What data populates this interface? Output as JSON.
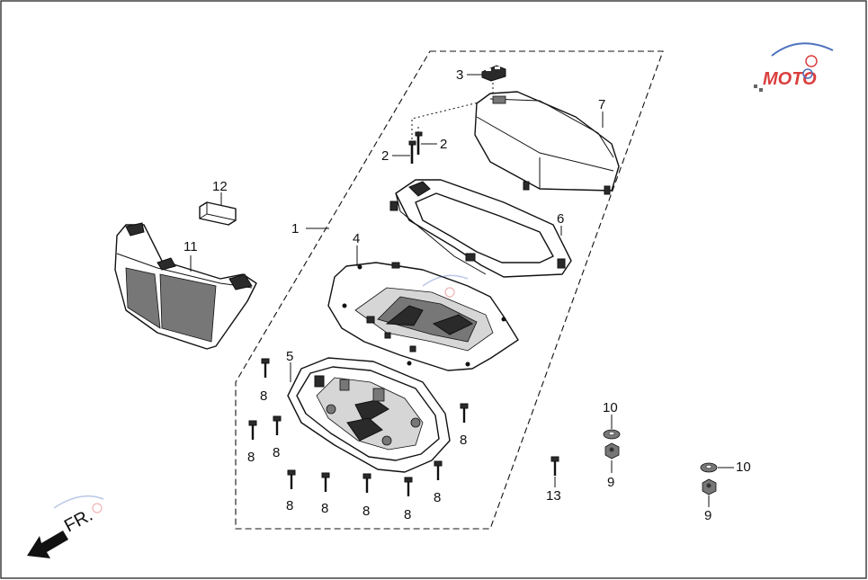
{
  "diagram": {
    "callouts": [
      {
        "id": "c1",
        "text": "1"
      },
      {
        "id": "c2a",
        "text": "2"
      },
      {
        "id": "c2b",
        "text": "2"
      },
      {
        "id": "c3",
        "text": "3"
      },
      {
        "id": "c4",
        "text": "4"
      },
      {
        "id": "c5",
        "text": "5"
      },
      {
        "id": "c6",
        "text": "6"
      },
      {
        "id": "c7",
        "text": "7"
      },
      {
        "id": "c8a",
        "text": "8"
      },
      {
        "id": "c8b",
        "text": "8"
      },
      {
        "id": "c8c",
        "text": "8"
      },
      {
        "id": "c8d",
        "text": "8"
      },
      {
        "id": "c8e",
        "text": "8"
      },
      {
        "id": "c8f",
        "text": "8"
      },
      {
        "id": "c8g",
        "text": "8"
      },
      {
        "id": "c8h",
        "text": "8"
      },
      {
        "id": "c8i",
        "text": "8"
      },
      {
        "id": "c9a",
        "text": "9"
      },
      {
        "id": "c9b",
        "text": "9"
      },
      {
        "id": "c10a",
        "text": "10"
      },
      {
        "id": "c10b",
        "text": "10"
      },
      {
        "id": "c11",
        "text": "11"
      },
      {
        "id": "c12",
        "text": "12"
      },
      {
        "id": "c13",
        "text": "13"
      }
    ],
    "direction_label": "FR.",
    "watermark_text": "MOTO",
    "colors": {
      "line": "#111111",
      "watermark_red": "#d62a2a",
      "watermark_blue": "#3a62b8"
    }
  }
}
